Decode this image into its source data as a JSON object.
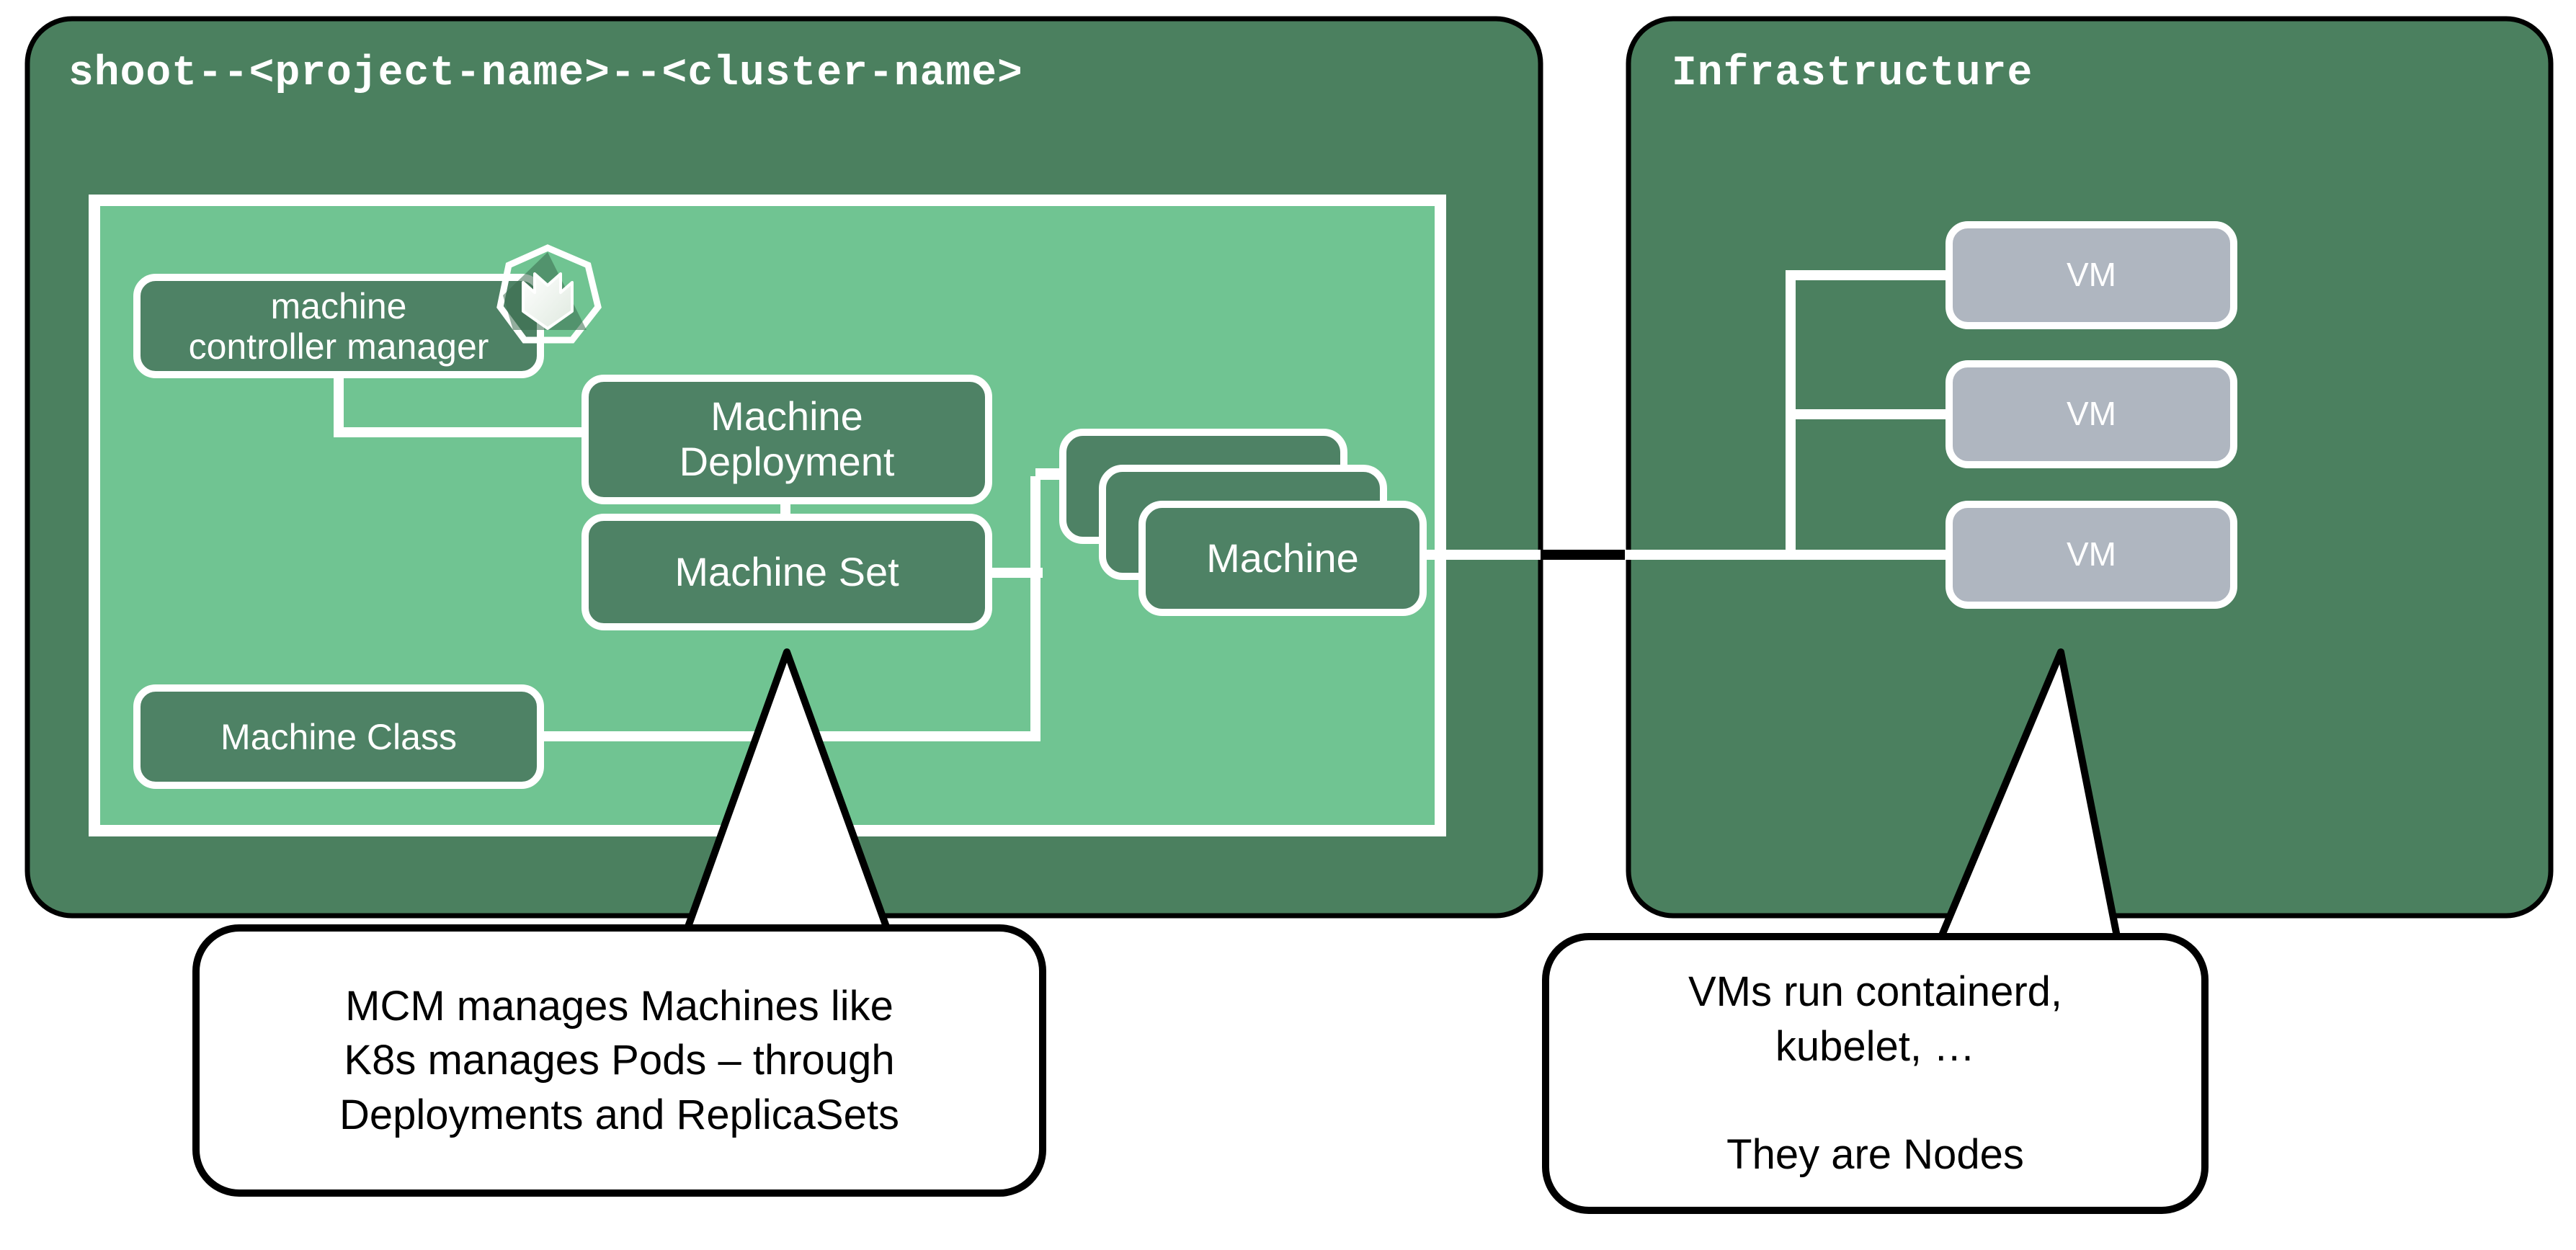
{
  "diagram": {
    "title": "Machine Controller Manager and Infrastructure",
    "colors": {
      "page_background": "#ffffff",
      "outer_panel": "#4b805f",
      "inner_panel": "#70c492",
      "node_fill": "#4e8265",
      "vm_fill": "#afb6c0",
      "stroke_white": "#ffffff",
      "stroke_black": "#000000"
    }
  },
  "panels": [
    {
      "id": "shoot-namespace",
      "title": "shoot--<project-name>--<cluster-name>"
    },
    {
      "id": "infrastructure",
      "title": "Infrastructure"
    }
  ],
  "nodes": {
    "machine_controller_manager": "machine\ncontroller manager",
    "machine_deployment": "Machine\nDeployment",
    "machine_set": "Machine Set",
    "machine": "Machine",
    "machine_class": "Machine Class"
  },
  "icons": {
    "gardener_logo": "gardener-logo-icon"
  },
  "vms": [
    {
      "label": "VM"
    },
    {
      "label": "VM"
    },
    {
      "label": "VM"
    }
  ],
  "callouts": [
    {
      "id": "mcm-callout",
      "text": "MCM manages Machines like\nK8s manages Pods – through\nDeployments and ReplicaSets"
    },
    {
      "id": "vm-callout",
      "text": "VMs run containerd,\nkubelet, …\n\nThey are Nodes"
    }
  ]
}
